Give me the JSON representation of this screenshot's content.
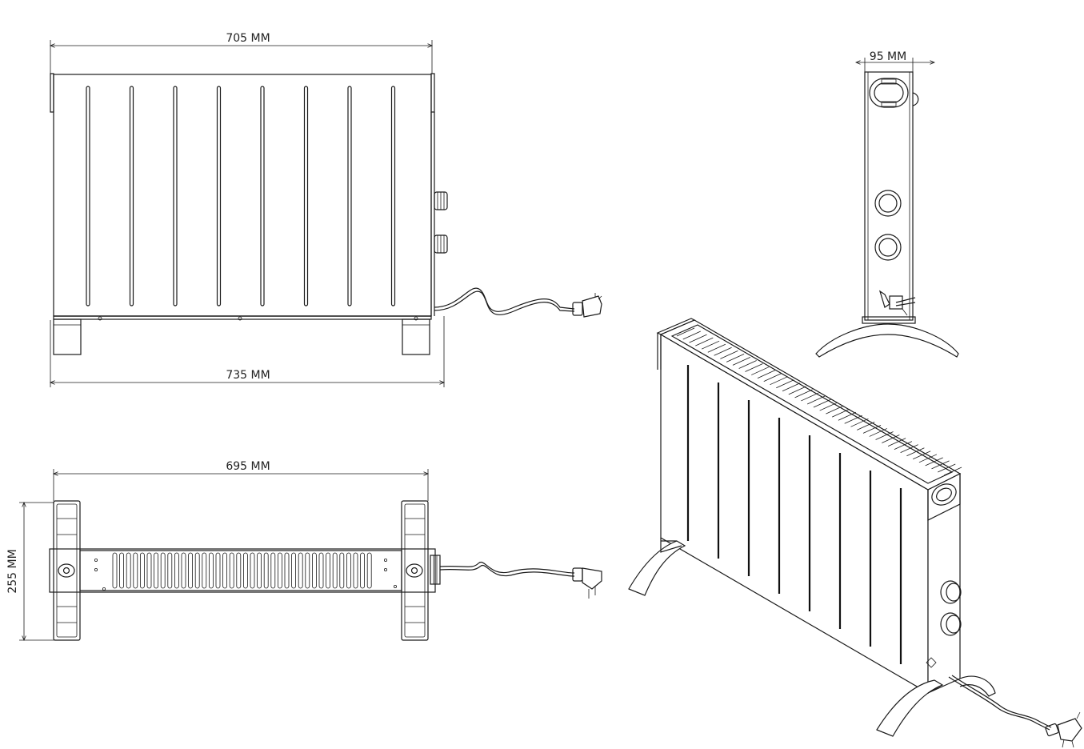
{
  "dimensions": {
    "top_width": "705 MM",
    "overall_width": "735 MM",
    "side_depth": "95 MM",
    "bottom_width": "695 MM",
    "bottom_depth": "255 MM"
  },
  "colors": {
    "line": "#1a1a1a",
    "background": "#ffffff"
  }
}
